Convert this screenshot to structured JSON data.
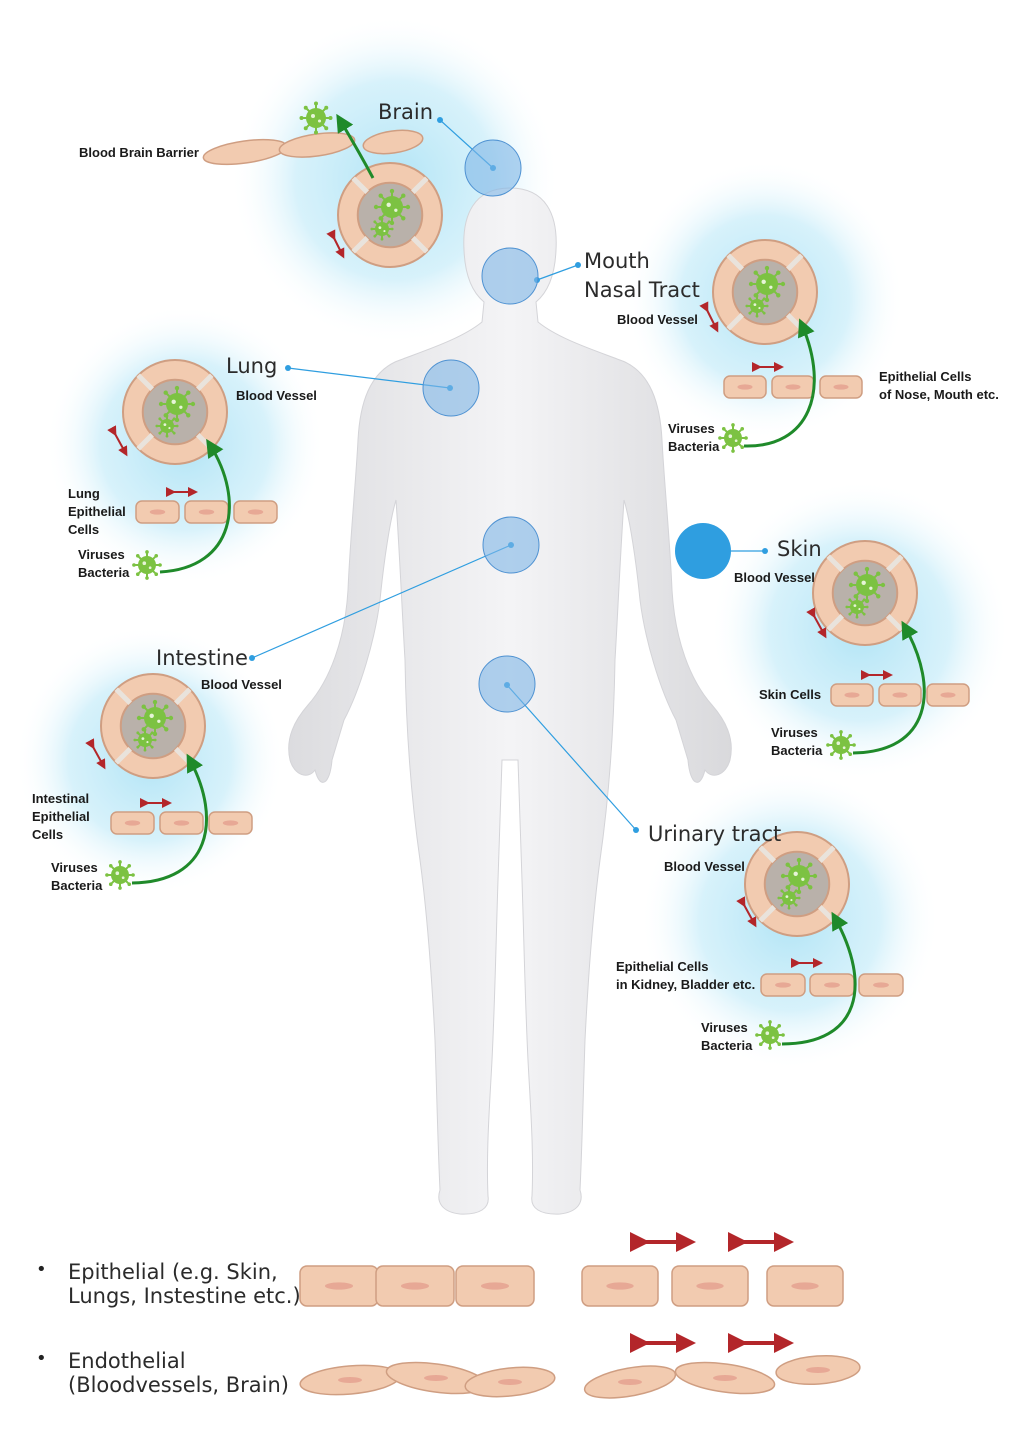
{
  "organs": {
    "brain": {
      "name": "Brain",
      "barrier_label": "Blood Brain Barrier"
    },
    "mouth": {
      "name": "Mouth\nNasal Tract",
      "vessel_label": "Blood Vessel",
      "epithelial_label": "Epithelial Cells\nof Nose, Mouth etc.",
      "pathogen_label": "Viruses\nBacteria"
    },
    "lung": {
      "name": "Lung",
      "vessel_label": "Blood Vessel",
      "epithelial_label": "Lung\nEpithelial\nCells",
      "pathogen_label": "Viruses\nBacteria"
    },
    "skin": {
      "name": "Skin",
      "vessel_label": "Blood Vessel",
      "epithelial_label": "Skin Cells",
      "pathogen_label": "Viruses\nBacteria"
    },
    "intestine": {
      "name": "Intestine",
      "vessel_label": "Blood Vessel",
      "epithelial_label": "Intestinal\nEpithelial\nCells",
      "pathogen_label": "Viruses\nBacteria"
    },
    "urinary": {
      "name": "Urinary tract",
      "vessel_label": "Blood Vessel",
      "epithelial_label": "Epithelial Cells\nin Kidney, Bladder etc.",
      "pathogen_label": "Viruses\nBacteria"
    }
  },
  "legend": {
    "epithelial": "Epithelial (e.g. Skin,\nLungs, Instestine etc.)",
    "endothelial": "Endothelial\n(Bloodvessels, Brain)",
    "bullet": "•"
  },
  "colors": {
    "glow": "#aee3f5",
    "marker": "#7fb6e6",
    "marker_skin": "#2f9ee0",
    "cell": "#f2cbb0",
    "cell_edge": "#cf9e82",
    "virus": "#7cc242",
    "arrow_green": "#1f8a2a",
    "arrow_red": "#b3262a",
    "body": "#ececee"
  }
}
